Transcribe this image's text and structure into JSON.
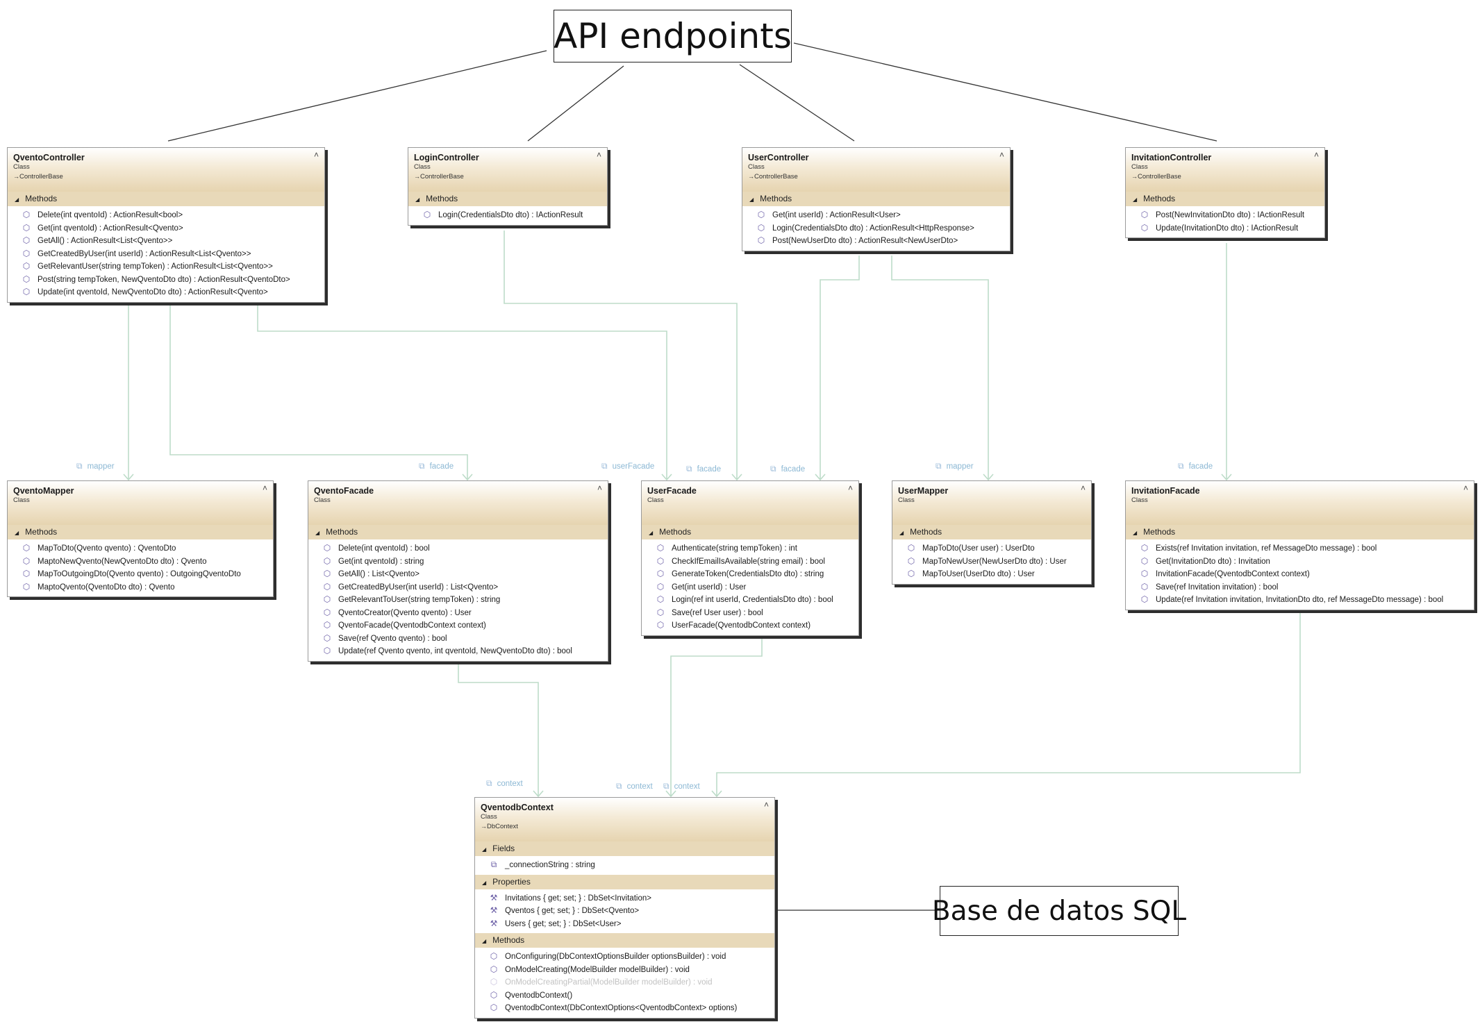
{
  "callouts": {
    "api": "API endpoints",
    "db": "Base de datos SQL"
  },
  "classes": {
    "qvento_controller": {
      "name": "QventoController",
      "kind": "Class",
      "base": "ControllerBase",
      "sections": [
        {
          "title": "Methods",
          "members": [
            "Delete(int qventoId) : ActionResult<bool>",
            "Get(int qventoId) : ActionResult<Qvento>",
            "GetAll() : ActionResult<List<Qvento>>",
            "GetCreatedByUser(int userId) : ActionResult<List<Qvento>>",
            "GetRelevantUser(string tempToken) : ActionResult<List<Qvento>>",
            "Post(string tempToken, NewQventoDto dto) : ActionResult<QventoDto>",
            "Update(int qventoId, NewQventoDto dto) : ActionResult<Qvento>"
          ]
        }
      ]
    },
    "login_controller": {
      "name": "LoginController",
      "kind": "Class",
      "base": "ControllerBase",
      "sections": [
        {
          "title": "Methods",
          "members": [
            "Login(CredentialsDto dto) : IActionResult"
          ]
        }
      ]
    },
    "user_controller": {
      "name": "UserController",
      "kind": "Class",
      "base": "ControllerBase",
      "sections": [
        {
          "title": "Methods",
          "members": [
            "Get(int userId) : ActionResult<User>",
            "Login(CredentialsDto dto) : ActionResult<HttpResponse>",
            "Post(NewUserDto dto) : ActionResult<NewUserDto>"
          ]
        }
      ]
    },
    "invitation_controller": {
      "name": "InvitationController",
      "kind": "Class",
      "base": "ControllerBase",
      "sections": [
        {
          "title": "Methods",
          "members": [
            "Post(NewInvitationDto dto) : IActionResult",
            "Update(InvitationDto dto) : IActionResult"
          ]
        }
      ]
    },
    "qvento_mapper": {
      "name": "QventoMapper",
      "kind": "Class",
      "base": "",
      "sections": [
        {
          "title": "Methods",
          "members": [
            "MapToDto(Qvento qvento) : QventoDto",
            "MaptoNewQvento(NewQventoDto dto) : Qvento",
            "MapToOutgoingDto(Qvento qvento) : OutgoingQventoDto",
            "MaptoQvento(QventoDto dto) : Qvento"
          ]
        }
      ]
    },
    "qvento_facade": {
      "name": "QventoFacade",
      "kind": "Class",
      "base": "",
      "sections": [
        {
          "title": "Methods",
          "members": [
            "Delete(int qventoId) : bool",
            "Get(int qventoId) : string",
            "GetAll() : List<Qvento>",
            "GetCreatedByUser(int userId) : List<Qvento>",
            "GetRelevantToUser(string tempToken) : string",
            "QventoCreator(Qvento qvento) : User",
            "QventoFacade(QventodbContext context)",
            "Save(ref Qvento qvento) : bool",
            "Update(ref Qvento qvento, int qventoId, NewQventoDto dto) : bool"
          ]
        }
      ]
    },
    "user_facade": {
      "name": "UserFacade",
      "kind": "Class",
      "base": "",
      "sections": [
        {
          "title": "Methods",
          "members": [
            "Authenticate(string tempToken) : int",
            "CheckIfEmailIsAvailable(string email) : bool",
            "GenerateToken(CredentialsDto dto) : string",
            "Get(int userId) : User",
            "Login(ref int userId, CredentialsDto dto) : bool",
            "Save(ref User user) : bool",
            "UserFacade(QventodbContext context)"
          ]
        }
      ]
    },
    "user_mapper": {
      "name": "UserMapper",
      "kind": "Class",
      "base": "",
      "sections": [
        {
          "title": "Methods",
          "members": [
            "MapToDto(User user) : UserDto",
            "MapToNewUser(NewUserDto dto) : User",
            "MapToUser(UserDto dto) : User"
          ]
        }
      ]
    },
    "invitation_facade": {
      "name": "InvitationFacade",
      "kind": "Class",
      "base": "",
      "sections": [
        {
          "title": "Methods",
          "members": [
            "Exists(ref Invitation invitation, ref MessageDto message) : bool",
            "Get(InvitationDto dto) : Invitation",
            "InvitationFacade(QventodbContext context)",
            "Save(ref Invitation invitation) : bool",
            "Update(ref Invitation invitation, InvitationDto dto, ref MessageDto message) : bool"
          ]
        }
      ]
    },
    "qventodb_context": {
      "name": "QventodbContext",
      "kind": "Class",
      "base": "DbContext",
      "sections": [
        {
          "title": "Fields",
          "members": [
            "_connectionString : string"
          ]
        },
        {
          "title": "Properties",
          "members": [
            "Invitations { get; set; } : DbSet<Invitation>",
            "Qventos { get; set; } : DbSet<Qvento>",
            "Users { get; set; } : DbSet<User>"
          ]
        },
        {
          "title": "Methods",
          "members": [
            "OnConfiguring(DbContextOptionsBuilder optionsBuilder) : void",
            "OnModelCreating(ModelBuilder modelBuilder) : void",
            "OnModelCreatingPartial(ModelBuilder modelBuilder) : void",
            "QventodbContext()",
            "QventodbContext(DbContextOptions<QventodbContext> options)"
          ]
        }
      ]
    }
  },
  "associations": {
    "qc_mapper": "mapper",
    "qc_facade": "facade",
    "qc_userfacade": "userFacade",
    "lc_facade": "facade",
    "uc_facade": "facade",
    "uc_mapper": "mapper",
    "ic_facade": "facade",
    "qf_context": "context",
    "uf_context": "context",
    "if_context": "context"
  }
}
